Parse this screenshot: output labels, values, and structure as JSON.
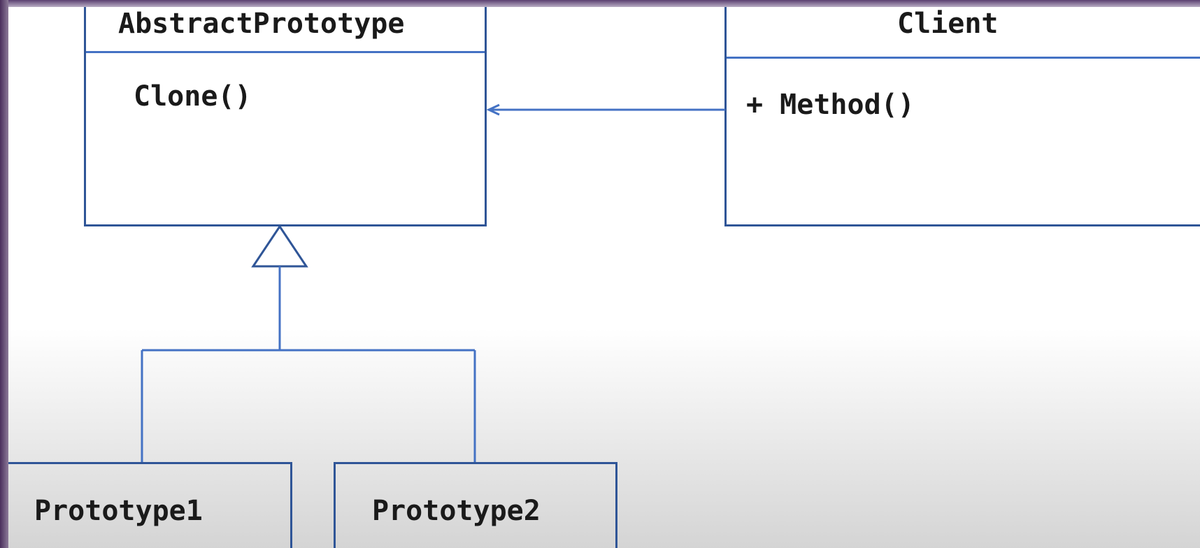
{
  "diagram": {
    "abstract_prototype": {
      "name": "AbstractPrototype",
      "operation": "Clone()"
    },
    "client": {
      "name": "Client",
      "operation": "+ Method()"
    },
    "prototype1": {
      "name": "Prototype1"
    },
    "prototype2": {
      "name": "Prototype2"
    }
  },
  "colors": {
    "line": "#4472c4",
    "box_border": "#2f5597"
  }
}
